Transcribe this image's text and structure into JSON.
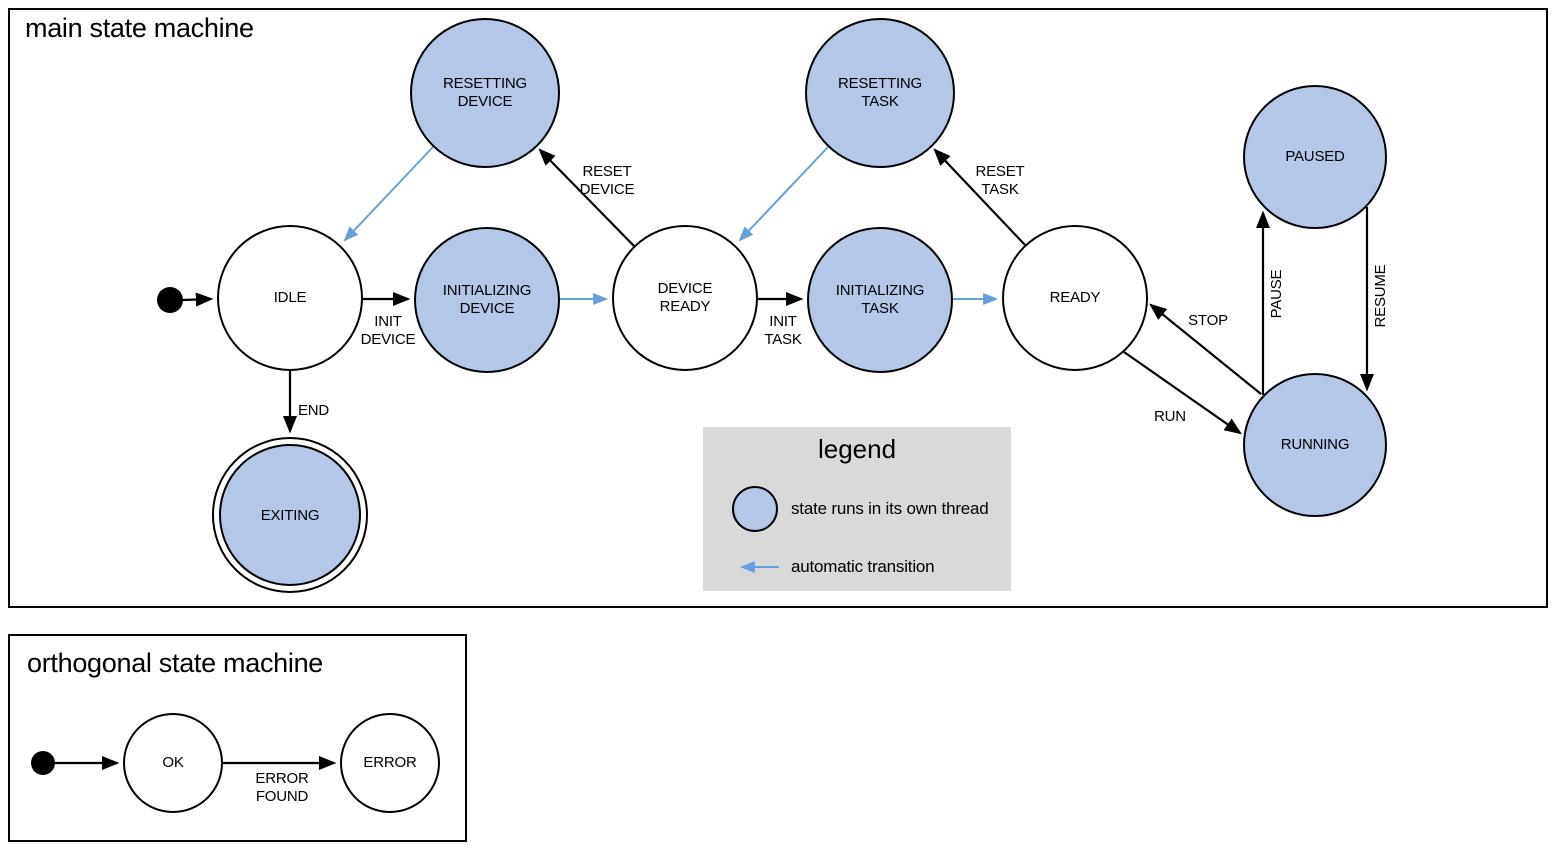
{
  "colors": {
    "state_fill": "#b4c7e7",
    "auto_transition_blue": "#66a0dc",
    "legend_bg": "#d9d9d9",
    "stroke": "#000000"
  },
  "main": {
    "title": "main state machine",
    "states": {
      "idle": "IDLE",
      "resetting_device": "RESETTING\nDEVICE",
      "initializing_device": "INITIALIZING\nDEVICE",
      "device_ready": "DEVICE\nREADY",
      "resetting_task": "RESETTING\nTASK",
      "initializing_task": "INITIALIZING\nTASK",
      "ready": "READY",
      "paused": "PAUSED",
      "running": "RUNNING",
      "exiting": "EXITING"
    },
    "transitions": {
      "init_device": "INIT\nDEVICE",
      "reset_device": "RESET\nDEVICE",
      "init_task": "INIT\nTASK",
      "reset_task": "RESET\nTASK",
      "stop": "STOP",
      "run": "RUN",
      "pause": "PAUSE",
      "resume": "RESUME",
      "end": "END"
    }
  },
  "legend": {
    "title": "legend",
    "items": {
      "thread": "state runs in its own thread",
      "auto": "automatic transition"
    }
  },
  "orthogonal": {
    "title": "orthogonal state machine",
    "states": {
      "ok": "OK",
      "error": "ERROR"
    },
    "transitions": {
      "error_found": "ERROR\nFOUND"
    }
  }
}
